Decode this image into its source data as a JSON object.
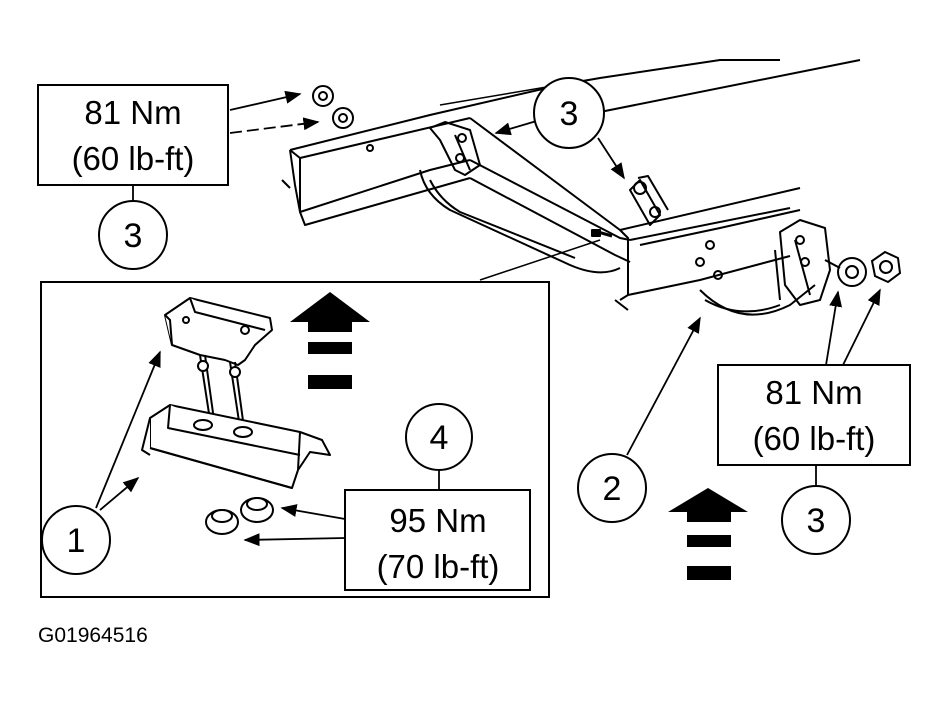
{
  "figure_id": "G01964516",
  "torque_labels": {
    "top_left": {
      "nm": "81 Nm",
      "lbft": "(60 lb-ft)"
    },
    "right": {
      "nm": "81 Nm",
      "lbft": "(60 lb-ft)"
    },
    "inset": {
      "nm": "95 Nm",
      "lbft": "(70 lb-ft)"
    }
  },
  "callouts": {
    "c1": "1",
    "c2": "2",
    "c3_top_left": "3",
    "c3_top_center": "3",
    "c3_right": "3",
    "c4": "4"
  }
}
